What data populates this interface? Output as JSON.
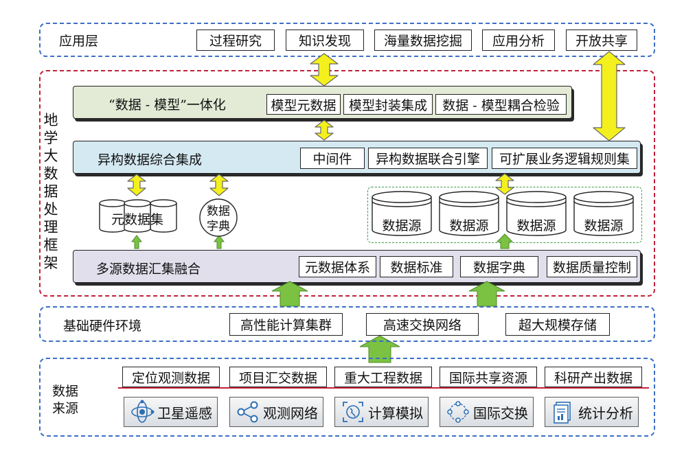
{
  "application_layer": {
    "title": "应用层",
    "items": [
      "过程研究",
      "知识发现",
      "海量数据挖掘",
      "应用分析",
      "开放共享"
    ]
  },
  "framework": {
    "vertical_title": [
      "地",
      "学",
      "大",
      "数",
      "据",
      "处",
      "理",
      "框",
      "架"
    ],
    "integration_band": {
      "title": "“数据 - 模型”一体化",
      "items": [
        "模型元数据",
        "模型封装集成",
        "数据 - 模型耦合检验"
      ]
    },
    "heterogeneous_band": {
      "title": "异构数据综合集成",
      "items": [
        "中间件",
        "异构数据联合引擎",
        "可扩展业务逻辑规则集"
      ]
    },
    "metadata_set_label": "元数据集",
    "dictionary_label_lines": [
      "数据",
      "字典"
    ],
    "data_sources": [
      "数据源",
      "数据源",
      "数据源",
      "数据源"
    ],
    "aggregation_band": {
      "title": "多源数据汇集融合",
      "items": [
        "元数据体系",
        "数据标准",
        "数据字典",
        "数据质量控制"
      ]
    }
  },
  "hardware_layer": {
    "title": "基础硬件环境",
    "items": [
      "高性能计算集群",
      "高速交换网络",
      "超大规模存储"
    ]
  },
  "data_source_layer": {
    "title_lines": [
      "数据",
      "来源"
    ],
    "top_items": [
      "定位观测数据",
      "项目汇交数据",
      "重大工程数据",
      "国际共享资源",
      "科研产出数据"
    ],
    "bottom_items": [
      {
        "label": "卫星遥感",
        "icon": "satellite-orbit-icon"
      },
      {
        "label": "观测网络",
        "icon": "network-nodes-icon"
      },
      {
        "label": "计算模拟",
        "icon": "globe-scan-icon"
      },
      {
        "label": "国际交换",
        "icon": "exchange-circle-icon"
      },
      {
        "label": "统计分析",
        "icon": "document-chart-icon"
      }
    ]
  },
  "colors": {
    "blue_dash": "#3b6fc4",
    "red_dash": "#c0203a",
    "green_dash": "#3a9a4a",
    "integration_band_fill": "#e3ead6",
    "heterogeneous_band_fill": "#d4e9f2",
    "aggregation_band_fill": "#e2dfec",
    "yellow_arrow": "#f4f01e",
    "green_arrow": "#7cc242",
    "red_line": "#c0203a"
  }
}
